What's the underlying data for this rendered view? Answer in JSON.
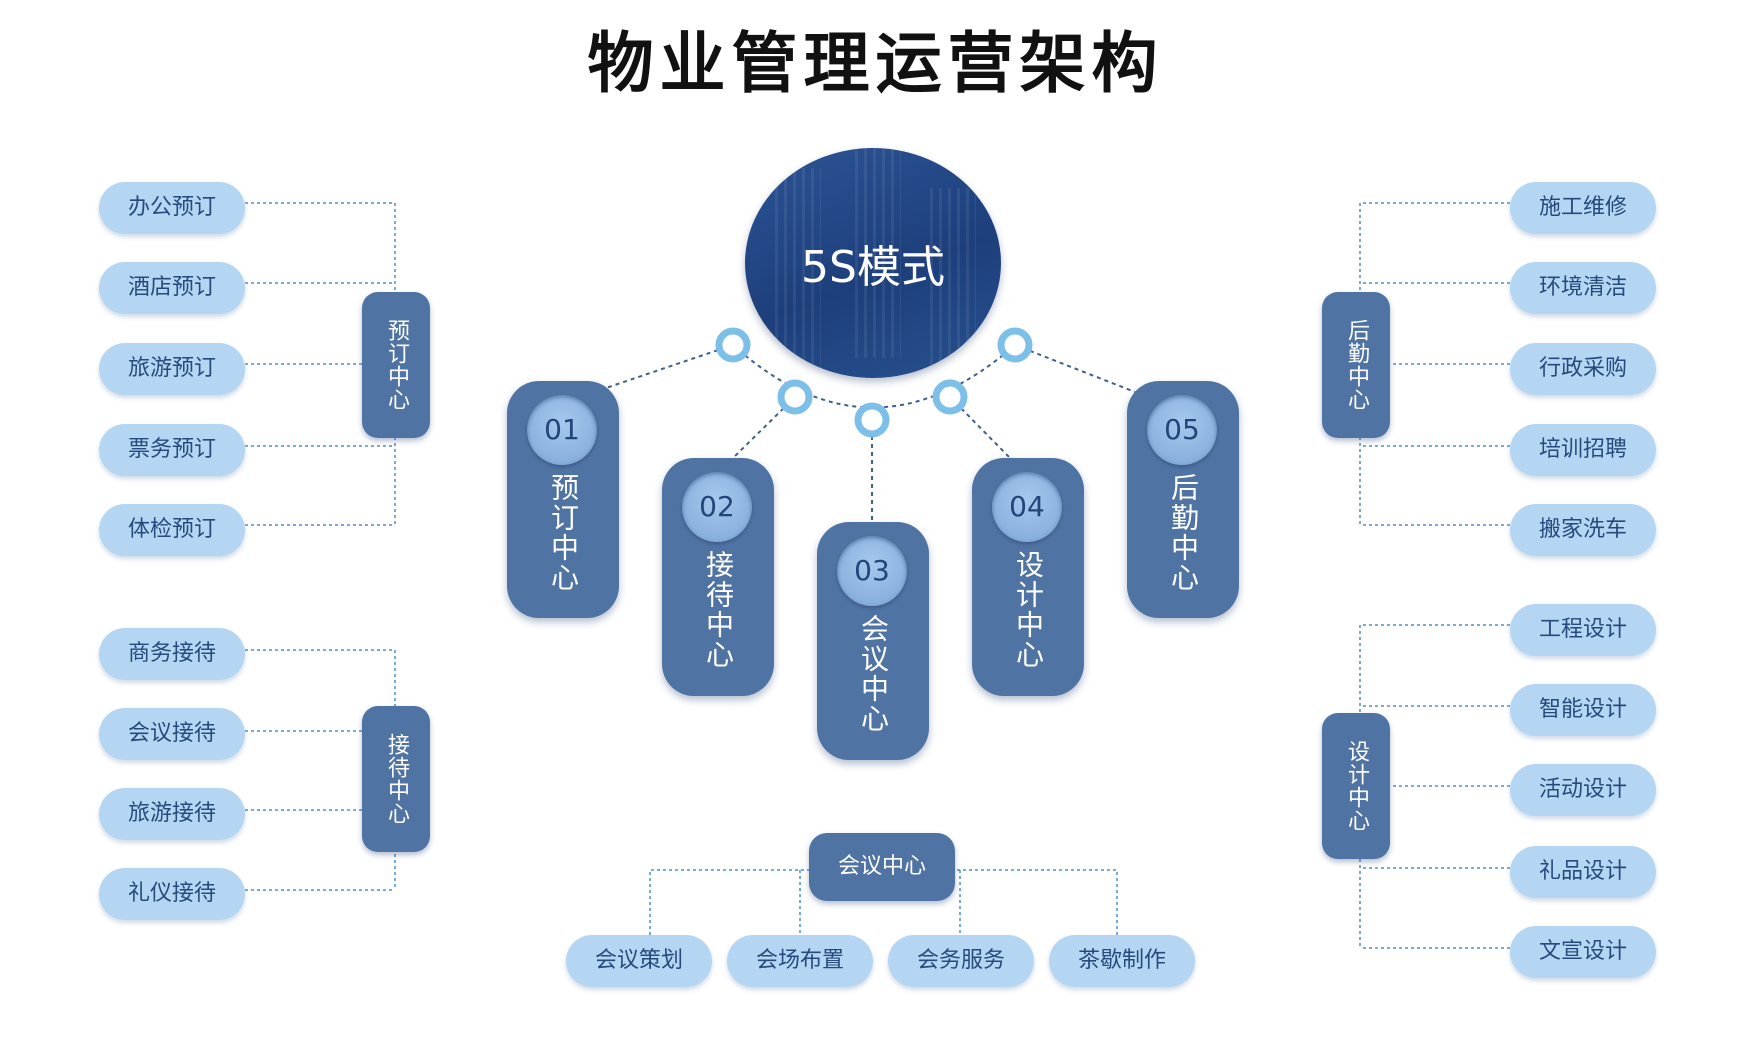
{
  "title": "物业管理运营架构",
  "hub": {
    "label": "5S模式"
  },
  "centers": [
    {
      "number": "01",
      "label": "预订中心"
    },
    {
      "number": "02",
      "label": "接待中心"
    },
    {
      "number": "03",
      "label": "会议中心"
    },
    {
      "number": "04",
      "label": "设计中心"
    },
    {
      "number": "05",
      "label": "后勤中心"
    }
  ],
  "reservation": {
    "label": "预订中心",
    "items": [
      "办公预订",
      "酒店预订",
      "旅游预订",
      "票务预订",
      "体检预订"
    ]
  },
  "reception": {
    "label": "接待中心",
    "items": [
      "商务接待",
      "会议接待",
      "旅游接待",
      "礼仪接待"
    ]
  },
  "logistics": {
    "label": "后勤中心",
    "items": [
      "施工维修",
      "环境清洁",
      "行政采购",
      "培训招聘",
      "搬家洗车"
    ]
  },
  "design": {
    "label": "设计中心",
    "items": [
      "工程设计",
      "智能设计",
      "活动设计",
      "礼品设计",
      "文宣设计"
    ]
  },
  "conference": {
    "label": "会议中心",
    "items": [
      "会议策划",
      "会场布置",
      "会务服务",
      "茶歇制作"
    ]
  },
  "colors": {
    "dark_blue": "#4f73a3",
    "light_blue": "#b4d6f3",
    "connector_ring": "#7cc0ea",
    "dotted_line": "#4a8fd0",
    "title": "#111111"
  }
}
